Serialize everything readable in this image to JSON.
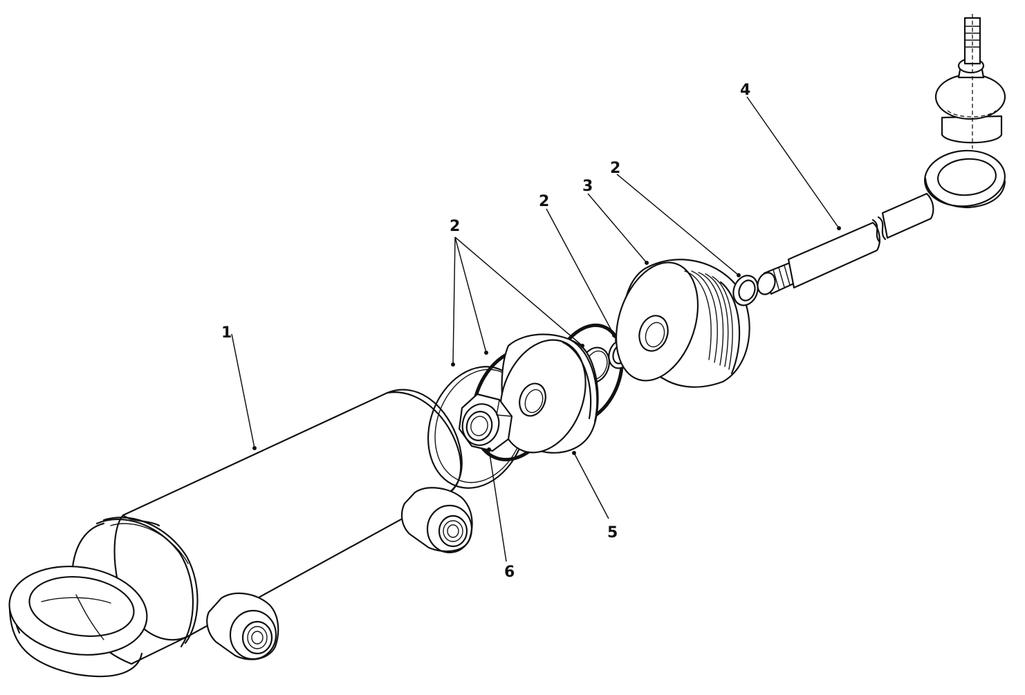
{
  "callouts": [
    {
      "id": "c1",
      "label": "1"
    },
    {
      "id": "c2a",
      "label": "2"
    },
    {
      "id": "c2b",
      "label": "2"
    },
    {
      "id": "c2c",
      "label": "2"
    },
    {
      "id": "c3",
      "label": "3"
    },
    {
      "id": "c4",
      "label": "4"
    },
    {
      "id": "c5",
      "label": "5"
    },
    {
      "id": "c6",
      "label": "6"
    }
  ],
  "parts": [
    {
      "name": "cylinder-barrel",
      "callout": "1"
    },
    {
      "name": "o-ring-seal",
      "callout": "2"
    },
    {
      "name": "gland-head",
      "callout": "3"
    },
    {
      "name": "piston-rod",
      "callout": "4"
    },
    {
      "name": "piston",
      "callout": "5"
    },
    {
      "name": "nut",
      "callout": "6"
    }
  ]
}
